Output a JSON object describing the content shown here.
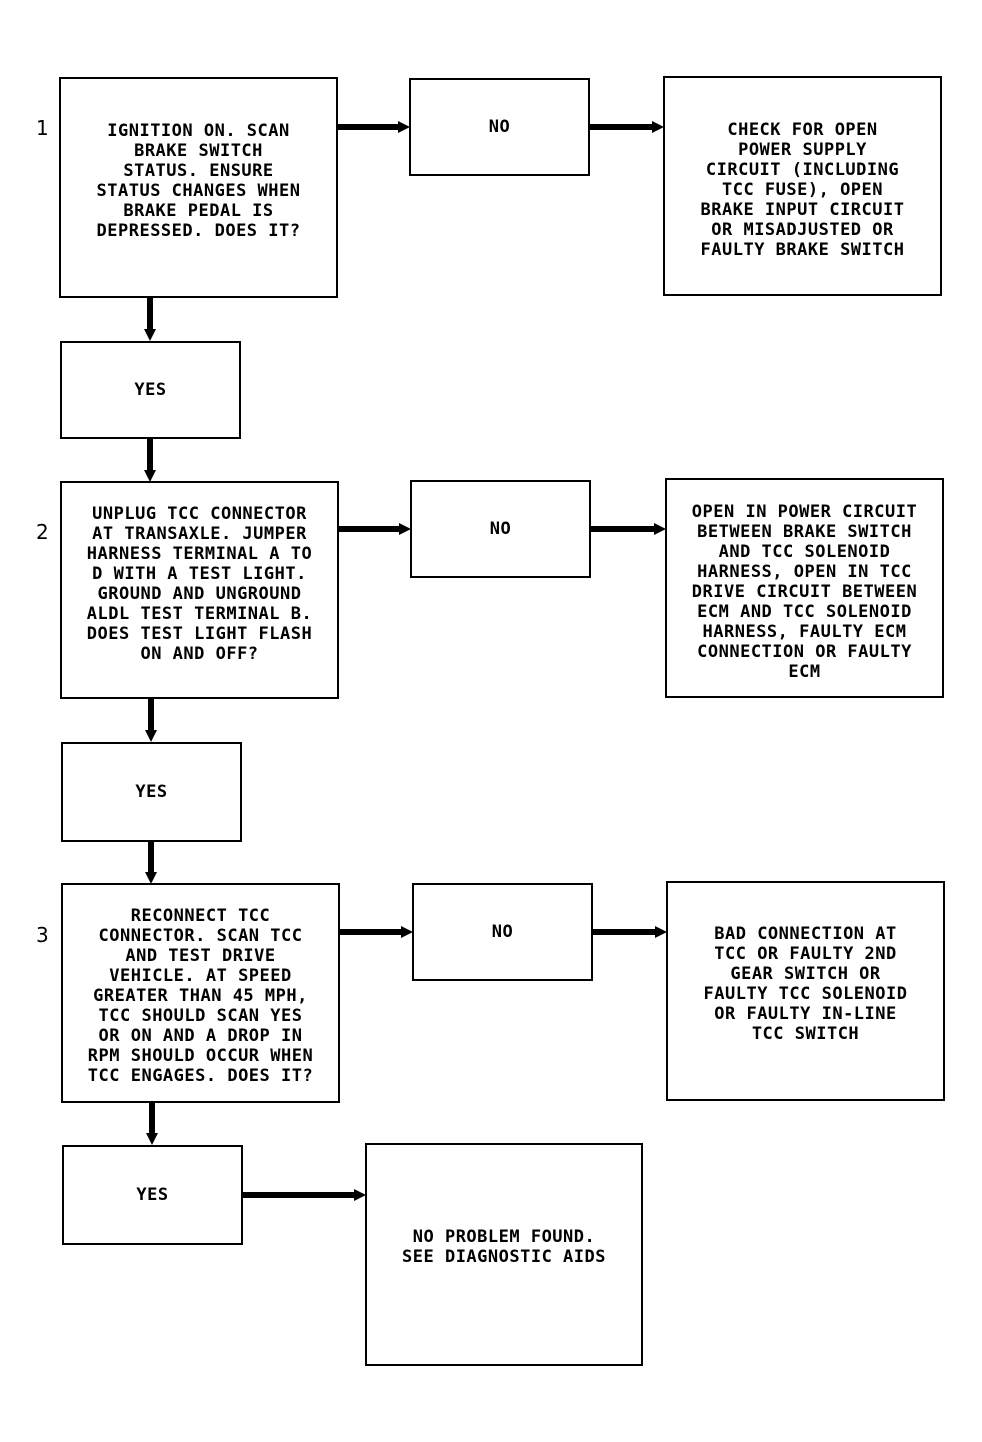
{
  "steps": [
    {
      "number": "1",
      "question": "IGNITION ON. SCAN\nBRAKE SWITCH\nSTATUS. ENSURE\nSTATUS CHANGES WHEN\nBRAKE PEDAL IS\nDEPRESSED. DOES IT?",
      "no_label": "NO",
      "no_result": "CHECK FOR OPEN\nPOWER SUPPLY\nCIRCUIT (INCLUDING\nTCC FUSE), OPEN\nBRAKE INPUT CIRCUIT\nOR MISADJUSTED OR\nFAULTY BRAKE SWITCH",
      "yes_label": "YES"
    },
    {
      "number": "2",
      "question": "UNPLUG TCC CONNECTOR\nAT TRANSAXLE. JUMPER\nHARNESS TERMINAL A TO\nD WITH A TEST LIGHT.\nGROUND AND UNGROUND\nALDL TEST TERMINAL B.\nDOES TEST LIGHT FLASH\nON AND OFF?",
      "no_label": "NO",
      "no_result": "OPEN IN POWER CIRCUIT\nBETWEEN BRAKE SWITCH\nAND TCC SOLENOID\nHARNESS, OPEN IN TCC\nDRIVE CIRCUIT BETWEEN\nECM AND TCC SOLENOID\nHARNESS, FAULTY ECM\nCONNECTION OR FAULTY\nECM",
      "yes_label": "YES"
    },
    {
      "number": "3",
      "question": "RECONNECT TCC\nCONNECTOR. SCAN TCC\nAND TEST DRIVE\nVEHICLE. AT SPEED\nGREATER THAN 45 MPH,\nTCC SHOULD SCAN YES\nOR ON AND A DROP IN\nRPM SHOULD OCCUR WHEN\nTCC ENGAGES. DOES IT?",
      "no_label": "NO",
      "no_result": "BAD CONNECTION AT\nTCC OR FAULTY 2ND\nGEAR SWITCH OR\nFAULTY TCC SOLENOID\nOR FAULTY IN-LINE\nTCC SWITCH",
      "yes_label": "YES"
    }
  ],
  "final_result": "NO PROBLEM FOUND.\nSEE DIAGNOSTIC AIDS"
}
